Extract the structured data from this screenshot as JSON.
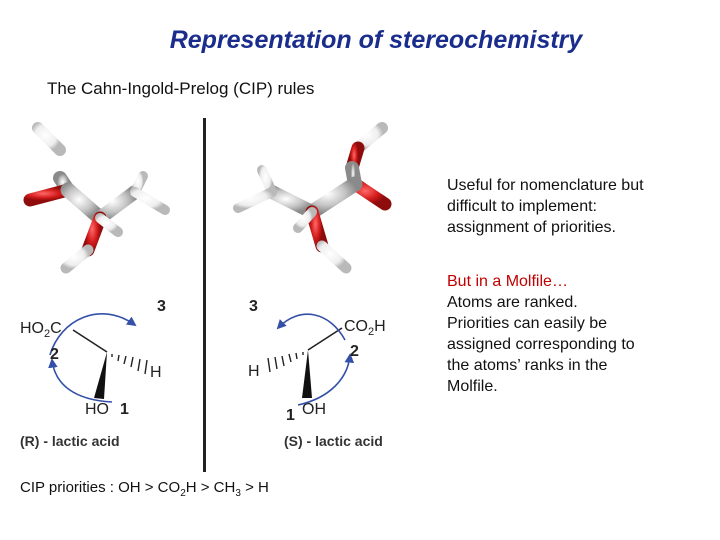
{
  "slide": {
    "title": "Representation of stereochemistry",
    "subtitle": "The Cahn-Ingold-Prelog (CIP) rules"
  },
  "side_text": {
    "p1_lines": [
      "Useful for nomenclature but",
      "difficult to implement:",
      "assignment of priorities."
    ],
    "p2_highlight": "But in a Molfile…",
    "p2_lines": [
      "Atoms are ranked.",
      "Priorities can easily be",
      "assigned corresponding to",
      "the atoms’ ranks in the",
      "Molfile."
    ]
  },
  "left_molecule": {
    "group_co2h": "HO2C",
    "group_h": "H",
    "group_oh": "HO",
    "priority_top": "3",
    "priority_left": "2",
    "priority_bottom": "1",
    "label": "(R) - lactic acid"
  },
  "right_molecule": {
    "group_co2h": "CO2H",
    "group_h": "H",
    "group_oh": "OH",
    "priority_top": "3",
    "priority_right": "2",
    "priority_bottom": "1",
    "label": "(S) - lactic acid"
  },
  "cip_note": {
    "prefix": "CIP priorities : OH > CO",
    "sub1": "2",
    "mid": "H > CH",
    "sub2": "3",
    "suffix": " > H"
  },
  "colors": {
    "title": "#1a2d8c",
    "highlight": "#c00000",
    "oxygen": "#d41b1b",
    "carbon": "#bdbdbd",
    "hydrogen": "#f0f0f0",
    "arrow": "#3550a8"
  }
}
